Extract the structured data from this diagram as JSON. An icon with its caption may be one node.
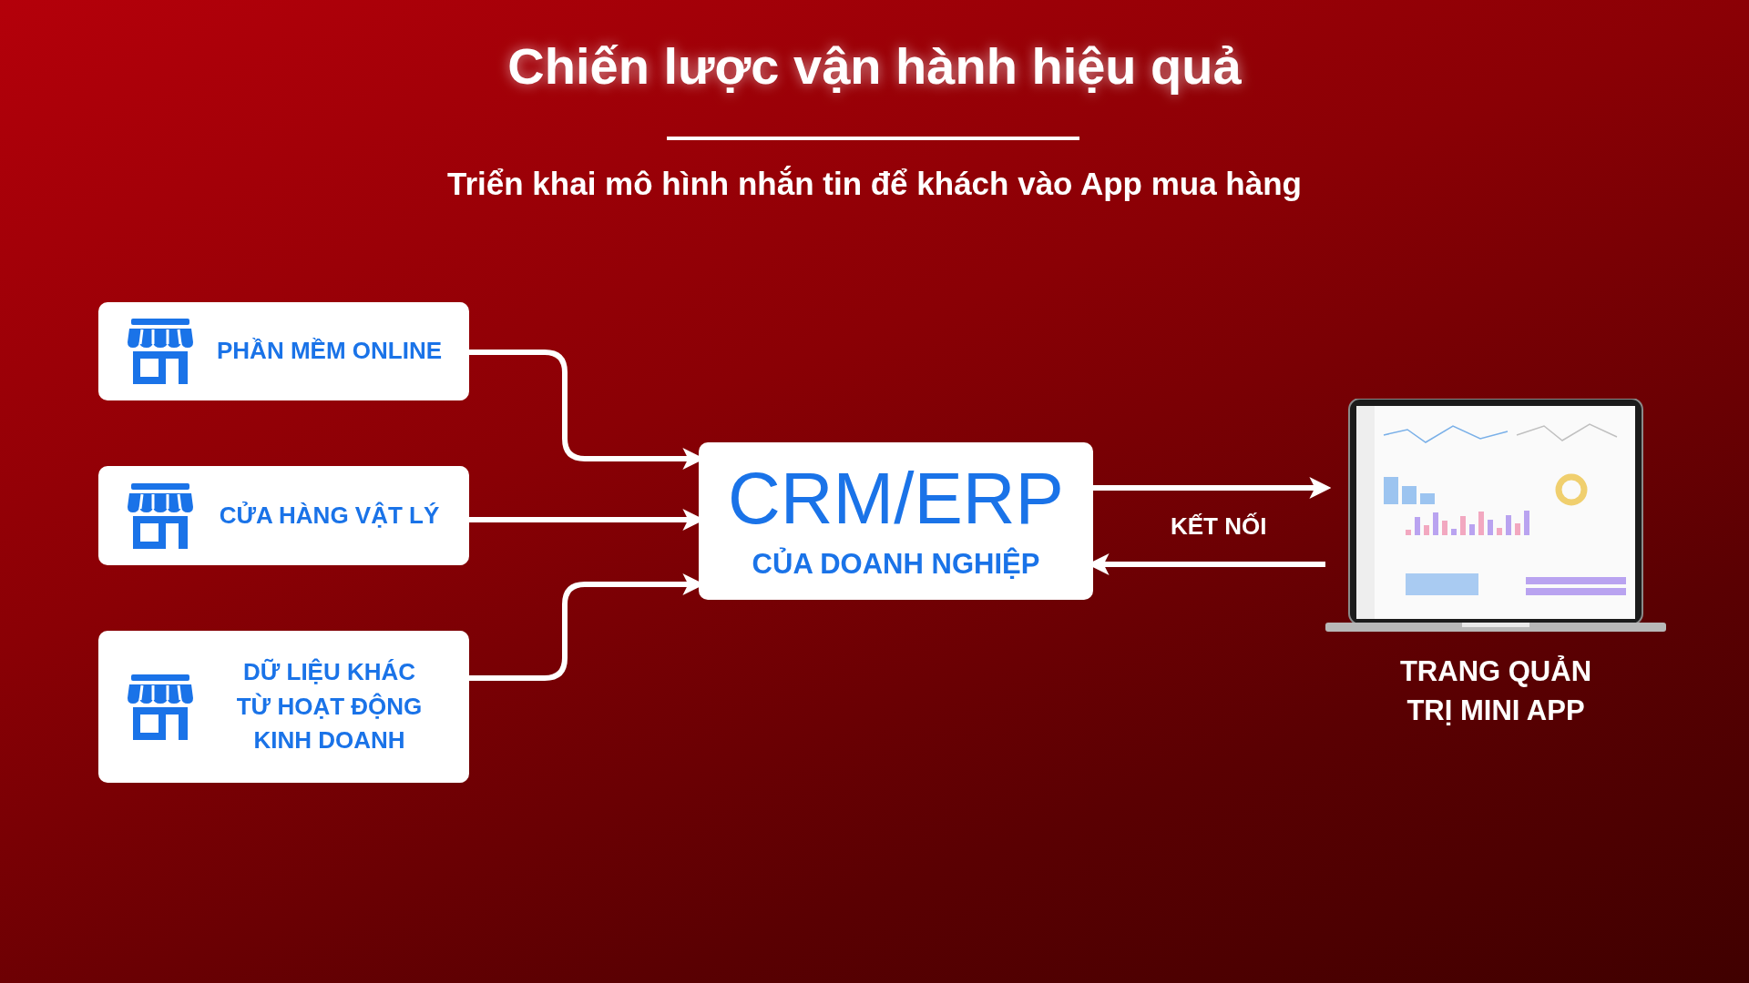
{
  "diagram": {
    "title": "Chiến lược vận hành hiệu quả",
    "nodes": [
      {
        "text": [
          "PHẦN MỀM ONLINE"
        ]
      },
      {
        "text": [
          "CỬA HÀNG VẬT LÝ"
        ]
      },
      {
        "text": [
          "DỮ LIỆU KHÁC TỪ HOẠT ĐỘNG KINH DOANH"
        ]
      },
      {
        "text": [
          "CRM/ERP",
          "CỦA DOANH NGHIỆP"
        ]
      },
      {
        "text": [],
        "shape": "picture",
        "beside": [
          "TRANG QUẢN TRỊ MINI APP"
        ]
      }
    ],
    "edges": [
      {
        "from": 0,
        "to": 3,
        "arrow": "to"
      },
      {
        "from": 1,
        "to": 3,
        "arrow": "to"
      },
      {
        "from": 2,
        "to": 3,
        "arrow": "to"
      },
      {
        "from": 3,
        "to": 4,
        "arrow": "to"
      },
      {
        "from": 4,
        "to": 3,
        "arrow": "to"
      }
    ],
    "labels": [
      "Triển khai mô hình nhắn tin để khách vào App mua hàng",
      "KẾT NỐI"
    ]
  }
}
